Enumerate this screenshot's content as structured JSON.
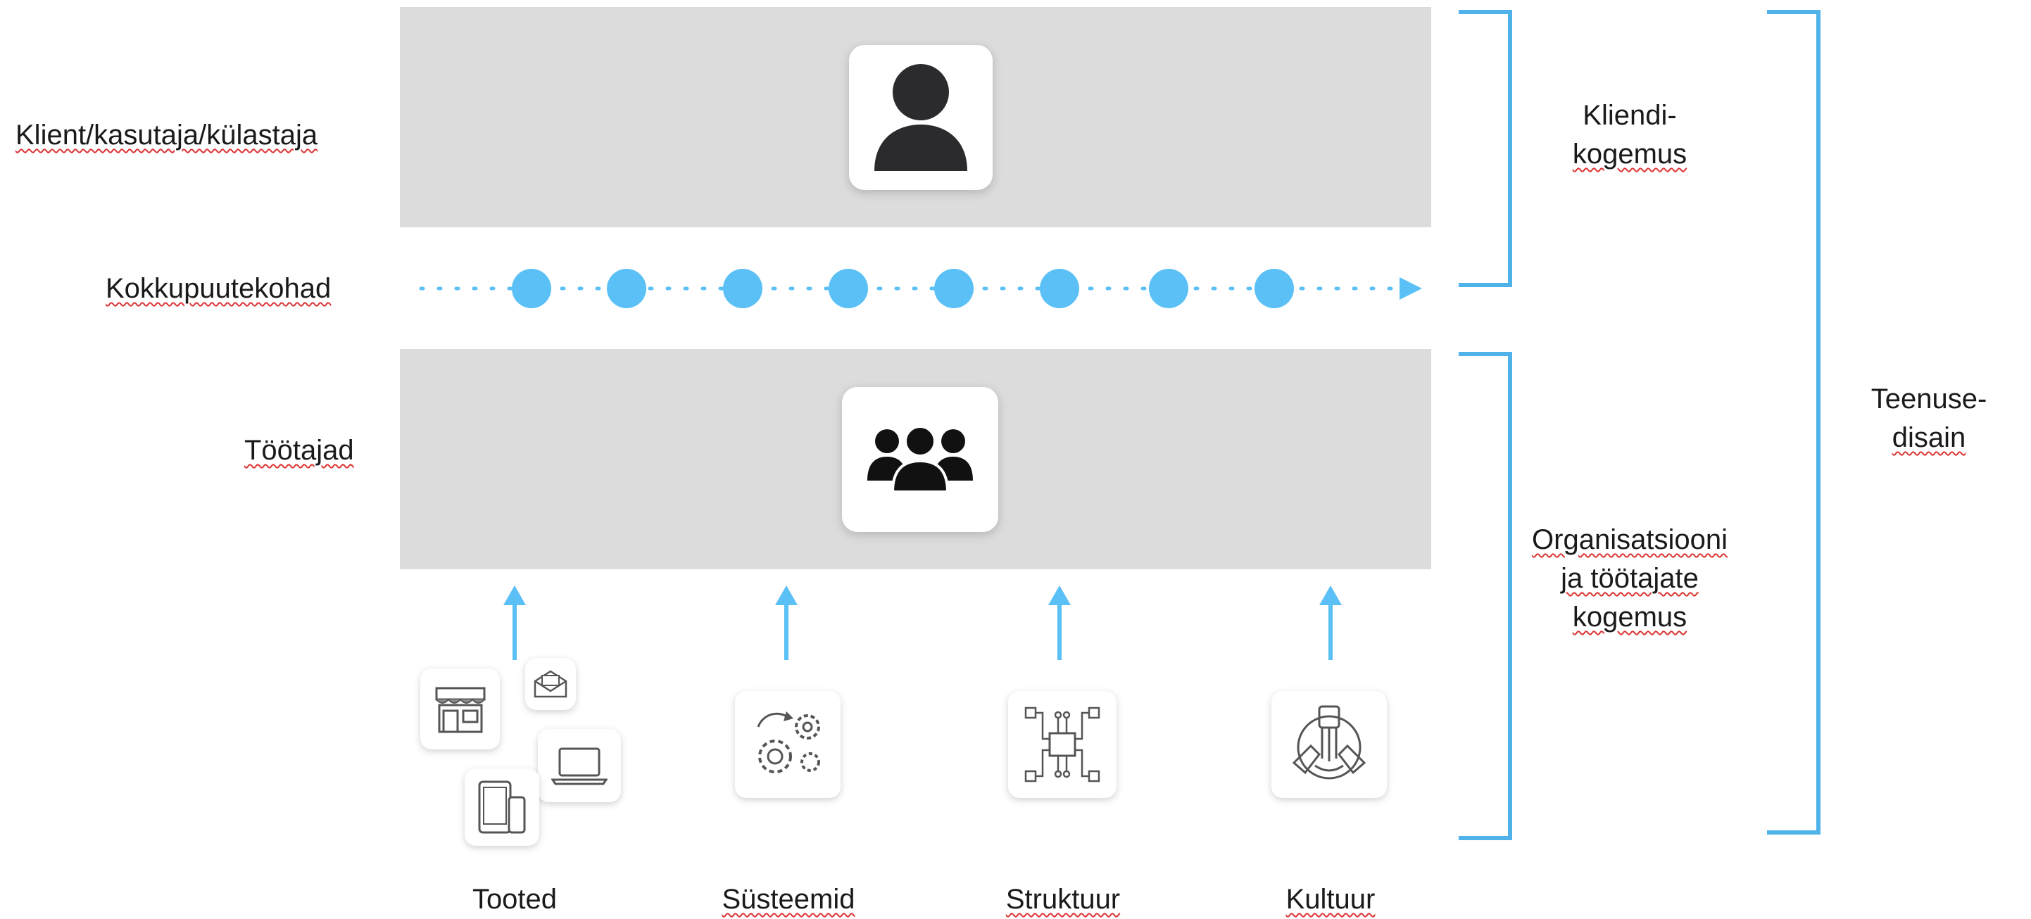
{
  "rows": {
    "customer": "Klient/kasutaja/külastaja",
    "touchpoints": "Kokkupuutekohad",
    "employees": "Töötajad"
  },
  "bottom_labels": [
    "Tooted",
    "Süsteemid",
    "Struktuur",
    "Kultuur"
  ],
  "brackets": {
    "customer_experience": [
      "Kliendi-",
      "kogemus"
    ],
    "org_experience": [
      "Organisatsiooni",
      "ja töötajate",
      "kogemus"
    ],
    "service_design": [
      "Teenuse-",
      "disain"
    ]
  },
  "touchpoint_count": 8,
  "colors": {
    "accent": "#5bc0f5",
    "bracket": "#4fb3ea",
    "band": "#dcdcdc",
    "icon": "#2b2b2e"
  },
  "icons": {
    "customer": "person-icon",
    "employees": "group-icon",
    "products": [
      "store-icon",
      "mail-icon",
      "laptop-icon",
      "tablet-phone-icon"
    ],
    "systems": "gears-icon",
    "structure": "network-structure-icon",
    "culture": "handshake-icon"
  }
}
